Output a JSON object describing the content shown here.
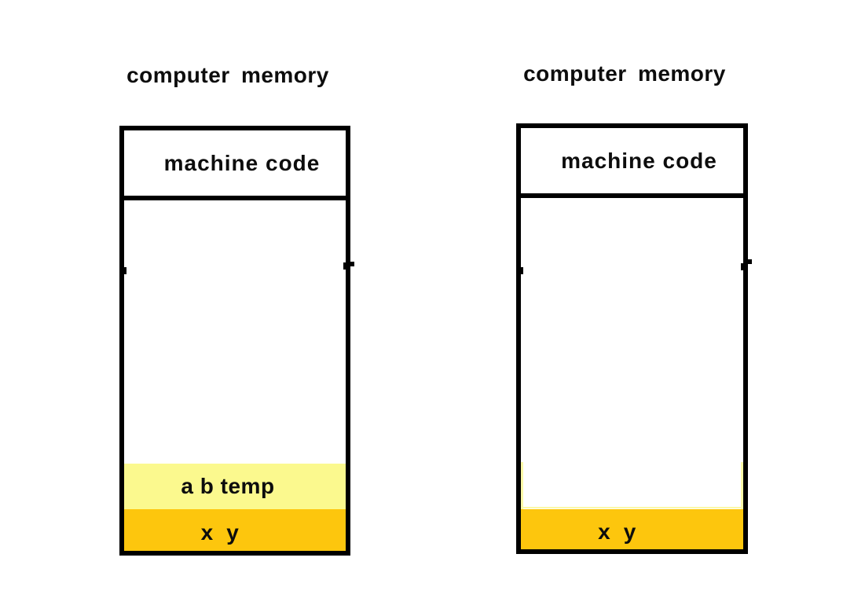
{
  "colors": {
    "border": "#000000",
    "temp_band": "#fbf98e",
    "temp_remnant": "#fbf9a8",
    "xy_band": "#fdc60d",
    "text": "#0d0d0d",
    "bg": "#ffffff"
  },
  "diagrams": [
    {
      "title": "computer memory",
      "machine_code_label": "machine code",
      "temp_band_label": "a b temp",
      "xy_band_label": "x  y"
    },
    {
      "title": "computer memory",
      "machine_code_label": "machine code",
      "xy_band_label": "x  y"
    }
  ]
}
